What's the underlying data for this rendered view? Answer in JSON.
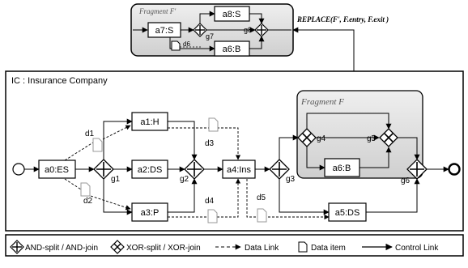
{
  "fragment_top": {
    "title": "Fragment F'",
    "tasks": {
      "a7": "a7:S",
      "a8": "a8:S",
      "a6": "a6:B"
    },
    "gateways": {
      "g7": "g7",
      "g8": "g8"
    },
    "data_item": "d6"
  },
  "replace_label": "REPLACE(F', F.entry, F.exit )",
  "process": {
    "title": "IC : Insurance Company",
    "tasks": {
      "a0": "a0:ES",
      "a1": "a1:H",
      "a2": "a2:DS",
      "a3": "a3:P",
      "a4": "a4:Ins",
      "a5": "a5:DS",
      "a6": "a6:B"
    },
    "gateways": {
      "g1": "g1",
      "g2": "g2",
      "g3": "g3",
      "g4": "g4",
      "g5": "g5",
      "g6": "g6"
    },
    "data_items": {
      "d1": "d1",
      "d2": "d2",
      "d3": "d3",
      "d4": "d4",
      "d5": "d5"
    },
    "fragment": {
      "title": "Fragment F"
    }
  },
  "legend": {
    "and_gateway": "AND-split / AND-join",
    "xor_gateway": "XOR-split / XOR-join",
    "data_link": "Data Link",
    "data_item": "Data item",
    "control_link": "Control Link"
  }
}
